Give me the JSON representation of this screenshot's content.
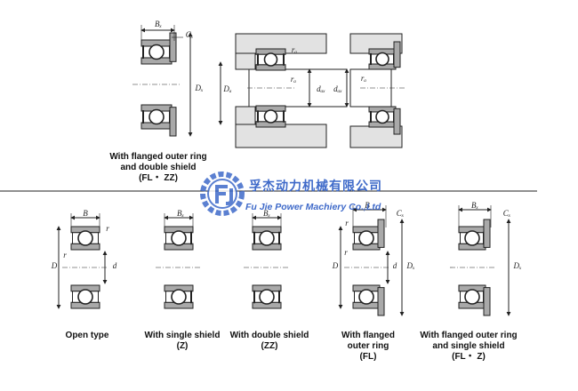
{
  "watermark": {
    "company_cn": "孚杰动力机械有限公司",
    "company_en": "Fu Jie Power Machiery Co.,Ltd",
    "logo_icon": "fj-gear-logo-icon",
    "color": "#3f6ac9"
  },
  "colors": {
    "line": "#222222",
    "ring_fill": "#a9a9a9",
    "housing_fill": "#e2e2e2"
  },
  "top_section": {
    "caption": [
      "With flanged outer ring",
      "and double shield",
      "(FL・ ZZ)"
    ],
    "dimension_labels": {
      "B": "Bₓ",
      "C": "Cₓ",
      "D": "Dₓ",
      "Da": "Dₐ",
      "ra_top": "rₐ",
      "ra_mid": "rₐ",
      "da": "dₐₓ",
      "da2": "dₐₓ",
      "ra_right": "rₐ"
    }
  },
  "bottom_section": [
    {
      "id": "open",
      "caption": [
        "Open type"
      ],
      "labels": {
        "B": "B",
        "r_top": "r",
        "r_left": "r",
        "D": "D",
        "d": "d"
      }
    },
    {
      "id": "single-shield",
      "caption": [
        "With single shield",
        "(Z)"
      ],
      "labels": {
        "B": "Bₓ"
      }
    },
    {
      "id": "double-shield",
      "caption": [
        "With double shield",
        "(ZZ)"
      ],
      "labels": {
        "B": "Bₓ"
      }
    },
    {
      "id": "flanged",
      "caption": [
        "With flanged",
        "outer ring",
        "(FL)"
      ],
      "labels": {
        "B": "B",
        "C": "Cₓ",
        "r_top": "r",
        "r_left": "r",
        "D": "D",
        "d": "d",
        "D1": "Dₓ"
      }
    },
    {
      "id": "flanged-single-shield",
      "caption": [
        "With flanged outer ring",
        "and single shield",
        "(FL・ Z)"
      ],
      "labels": {
        "B": "Bₓ",
        "C": "Cₓ",
        "D1": "Dₓ"
      }
    }
  ]
}
